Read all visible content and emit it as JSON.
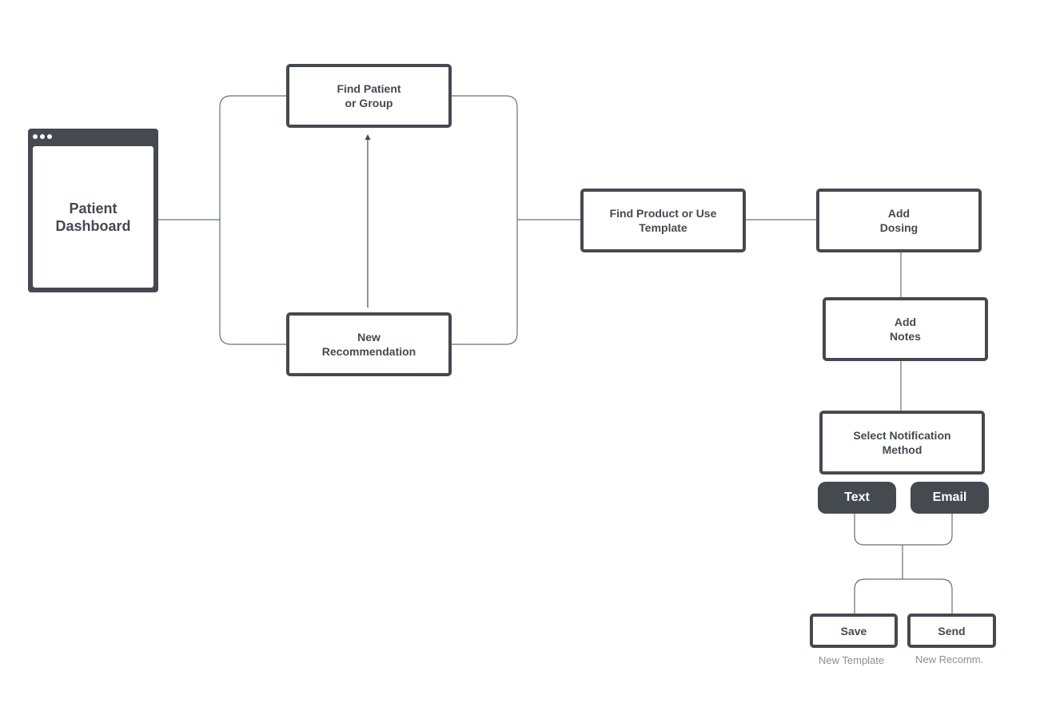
{
  "dashboard": {
    "title": "Patient\nDashboard"
  },
  "nodes": {
    "find_patient": "Find Patient\nor Group",
    "new_recommendation": "New\nRecommendation",
    "find_product": "Find Product or Use\nTemplate",
    "add_dosing": "Add\nDosing",
    "add_notes": "Add\nNotes",
    "select_notification": "Select Notification\nMethod"
  },
  "methods": {
    "text": "Text",
    "email": "Email"
  },
  "actions": {
    "save": "Save",
    "send": "Send",
    "save_caption": "New Template",
    "send_caption": "New Recomm."
  },
  "colors": {
    "dark": "#454950",
    "line": "#6b6f75",
    "caption": "#8a8e94",
    "background": "#ffffff"
  }
}
